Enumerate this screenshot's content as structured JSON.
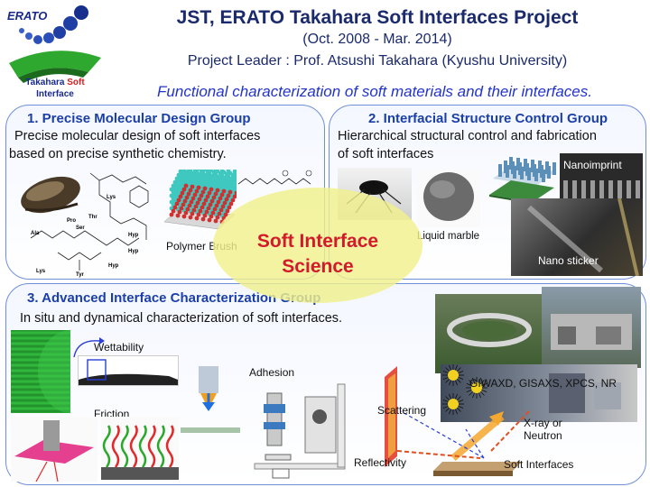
{
  "logo": {
    "erato": "ERATO",
    "line1_a": "Takahara",
    "line1_b": "Soft",
    "line2": "Interface"
  },
  "header": {
    "title": "JST, ERATO Takahara Soft Interfaces Project",
    "period": "(Oct. 2008 - Mar. 2014)",
    "leader": "Project Leader : Prof. Atsushi Takahara (Kyushu University)",
    "subtitle": "Functional characterization of soft materials and their interfaces."
  },
  "center": {
    "line1": "Soft Interface",
    "line2": "Science"
  },
  "group1": {
    "heading": "1. Precise Molecular Design Group",
    "desc1": "Precise molecular design of soft interfaces",
    "desc2": "based on precise synthetic chemistry.",
    "brush_label": "Polymer Brush",
    "residues": [
      "Lys",
      "Pro",
      "Ser",
      "Thr",
      "Hyp",
      "Ala",
      "Hyp",
      "Lys",
      "Tyr",
      "Hyp"
    ]
  },
  "group2": {
    "heading": "2. Interfacial Structure Control Group",
    "desc1": "Hierarchical structural control and fabrication",
    "desc2": "of soft interfaces",
    "marble_label": "Liquid marble",
    "nanoimprint_label": "Nanoimprint",
    "sticker_label": "Nano sticker"
  },
  "group3": {
    "heading": "3. Advanced Interface Characterization Group",
    "desc": "In situ and dynamical characterization of soft interfaces.",
    "wettability": "Wettability",
    "friction": "Friction",
    "adhesion": "Adhesion",
    "techniques": "GIWAXD, GISAXS, XPCS, NR",
    "scattering": "Scattering",
    "reflectivity": "Reflectivity",
    "xray_line1": "X-ray or",
    "xray_line2": "Neutron",
    "soft_interfaces": "Soft Interfaces"
  }
}
